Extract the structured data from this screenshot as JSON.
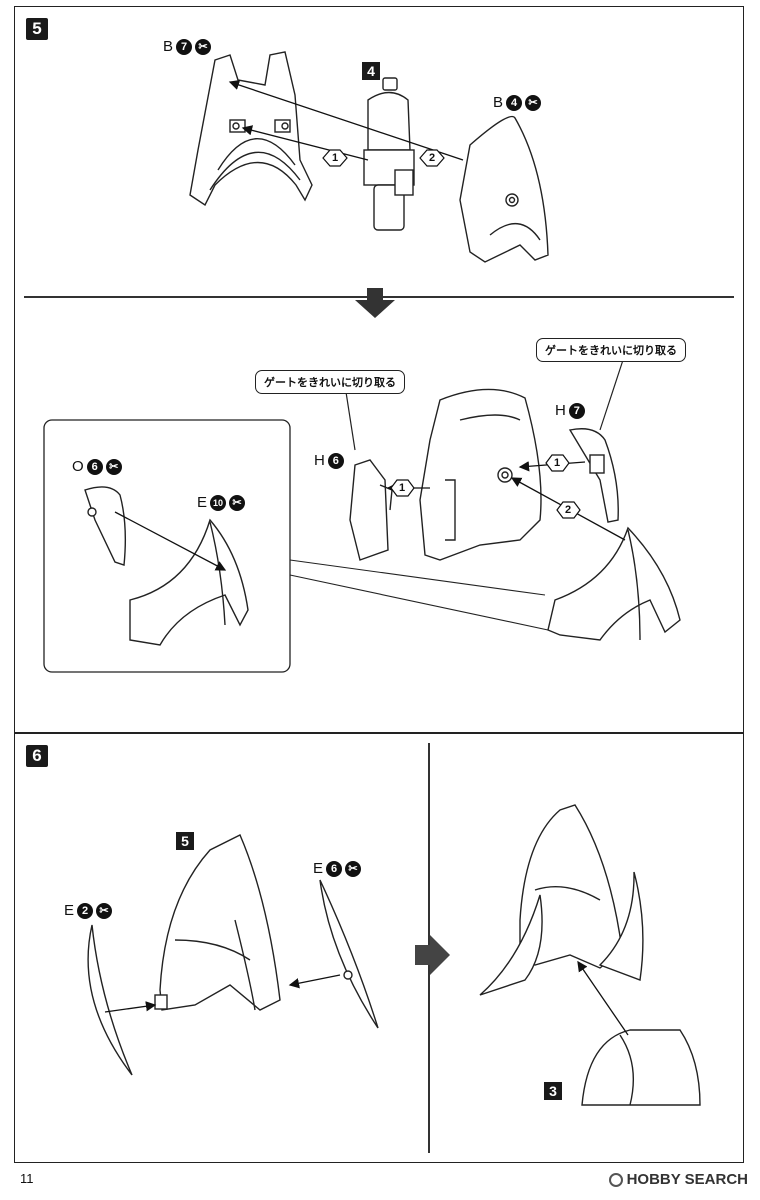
{
  "steps": {
    "s5": {
      "number": "5"
    },
    "s6": {
      "number": "6"
    }
  },
  "step5_top": {
    "sub_badge": "4",
    "label_left": {
      "letter": "B",
      "num": "7"
    },
    "label_right": {
      "letter": "B",
      "num": "4"
    },
    "arrow1": "1",
    "arrow2": "2"
  },
  "step5_bottom": {
    "callout_left": "ゲートをきれいに切り取る",
    "callout_right": "ゲートをきれいに切り取る",
    "label_h6": {
      "letter": "H",
      "num": "6"
    },
    "label_h7": {
      "letter": "H",
      "num": "7"
    },
    "label_o6": {
      "letter": "O",
      "num": "6"
    },
    "label_e10": {
      "letter": "E",
      "num": "10"
    },
    "arrow1a": "1",
    "arrow1b": "1",
    "arrow2": "2"
  },
  "step6": {
    "sub_badge_5": "5",
    "sub_badge_3": "3",
    "label_e2": {
      "letter": "E",
      "num": "2"
    },
    "label_e6": {
      "letter": "E",
      "num": "6"
    }
  },
  "footer": {
    "page_number": "11",
    "watermark": "HOBBY SEARCH"
  }
}
